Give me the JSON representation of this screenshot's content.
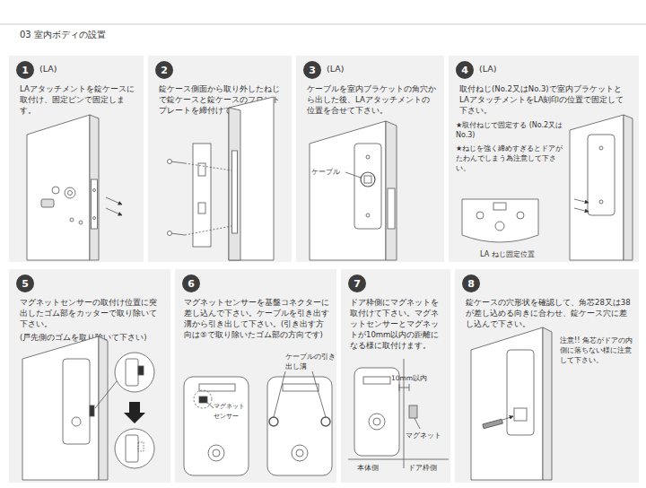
{
  "diagram": {
    "title": "03 室内ボディの設置",
    "nodes": [
      {
        "text": [
          "(LA)",
          "LAアタッチメントを錠ケースに取付け、固定ピンで固定します。"
        ]
      },
      {
        "text": [
          "1"
        ],
        "in": 0
      },
      {
        "text": [
          "錠ケース側面から取り外したねじで錠ケースと錠ケースのフロントプレートを締付けてください。"
        ]
      },
      {
        "text": [
          "2"
        ],
        "in": 2
      },
      {
        "text": [
          "(LA)",
          "ケーブルを室内ブラケットの角穴から出した後、LAアタッチメントの位置を合せて下さい。"
        ]
      },
      {
        "text": [
          "3"
        ],
        "in": 4
      },
      {
        "text": [
          "(LA)",
          "取付ねじ(No.2又はNo.3)で室内ブラケットとLAアタッチメントをLA刻印の位置で固定して下さい。"
        ]
      },
      {
        "text": [
          "4"
        ],
        "in": 6
      },
      {
        "text": [
          "マグネットセンサーの取付け位置に突出したゴム部をカッターで取り除いて下さい。",
          "(戸先側のゴムを取り除いて下さい)"
        ]
      },
      {
        "text": [
          "5"
        ],
        "in": 8
      },
      {
        "text": [
          "マグネットセンサーを基盤コネクターに差し込んで下さい。ケーブルを引き出す溝から引き出して下さい。(引き出す方向は⑤で取り除いたゴム部の方向です)"
        ]
      },
      {
        "text": [
          "6"
        ],
        "in": 10
      },
      {
        "text": [
          "ドア枠側にマグネットを取付けて下さい。マグネットセンサーとマグネットが10mm以内の距離になる様に取付けます。"
        ]
      },
      {
        "text": [
          "7"
        ],
        "in": 12
      },
      {
        "text": [
          "錠ケースの穴形状を確認して、角芯28又は38が差し込める向きに合わせ、錠ケース穴に差し込んで下さい。"
        ]
      },
      {
        "text": [
          "8"
        ],
        "in": 14
      }
    ],
    "labels": [
      "ケーブル",
      "★取付ねじで固定する (No.2又はNo.3)",
      "★ねじを強く締めすぎるとドアがたわんでしまう為注意して下さい。",
      "LA ねじ固定位置",
      "ケーブルの引き出し溝",
      "マグネットセンサー",
      "10mm以内",
      "マグネット",
      "本体側",
      "ドア枠側",
      "注意!! 角芯がドアの内側に落ちない様に注意して下さい。"
    ]
  }
}
